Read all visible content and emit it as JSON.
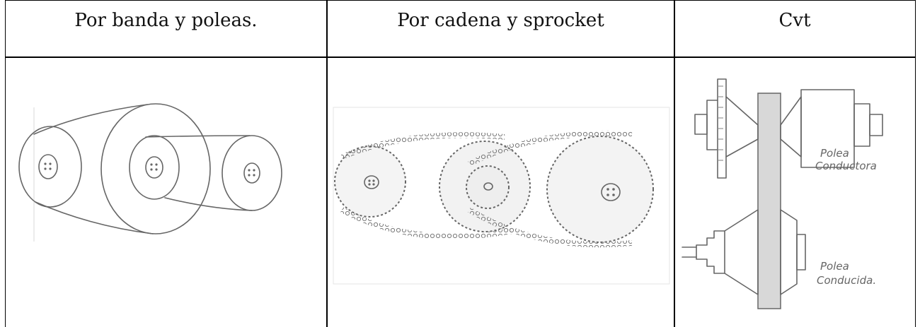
{
  "table": {
    "headers": [
      "Por banda y poleas.",
      "Por cadena y sprocket",
      "Cvt"
    ]
  },
  "sketches": {
    "cvt": {
      "label_top_line1": "Polea",
      "label_top_line2": "Conductora",
      "label_bottom_line1": "Polea",
      "label_bottom_line2": "Conducida."
    }
  }
}
